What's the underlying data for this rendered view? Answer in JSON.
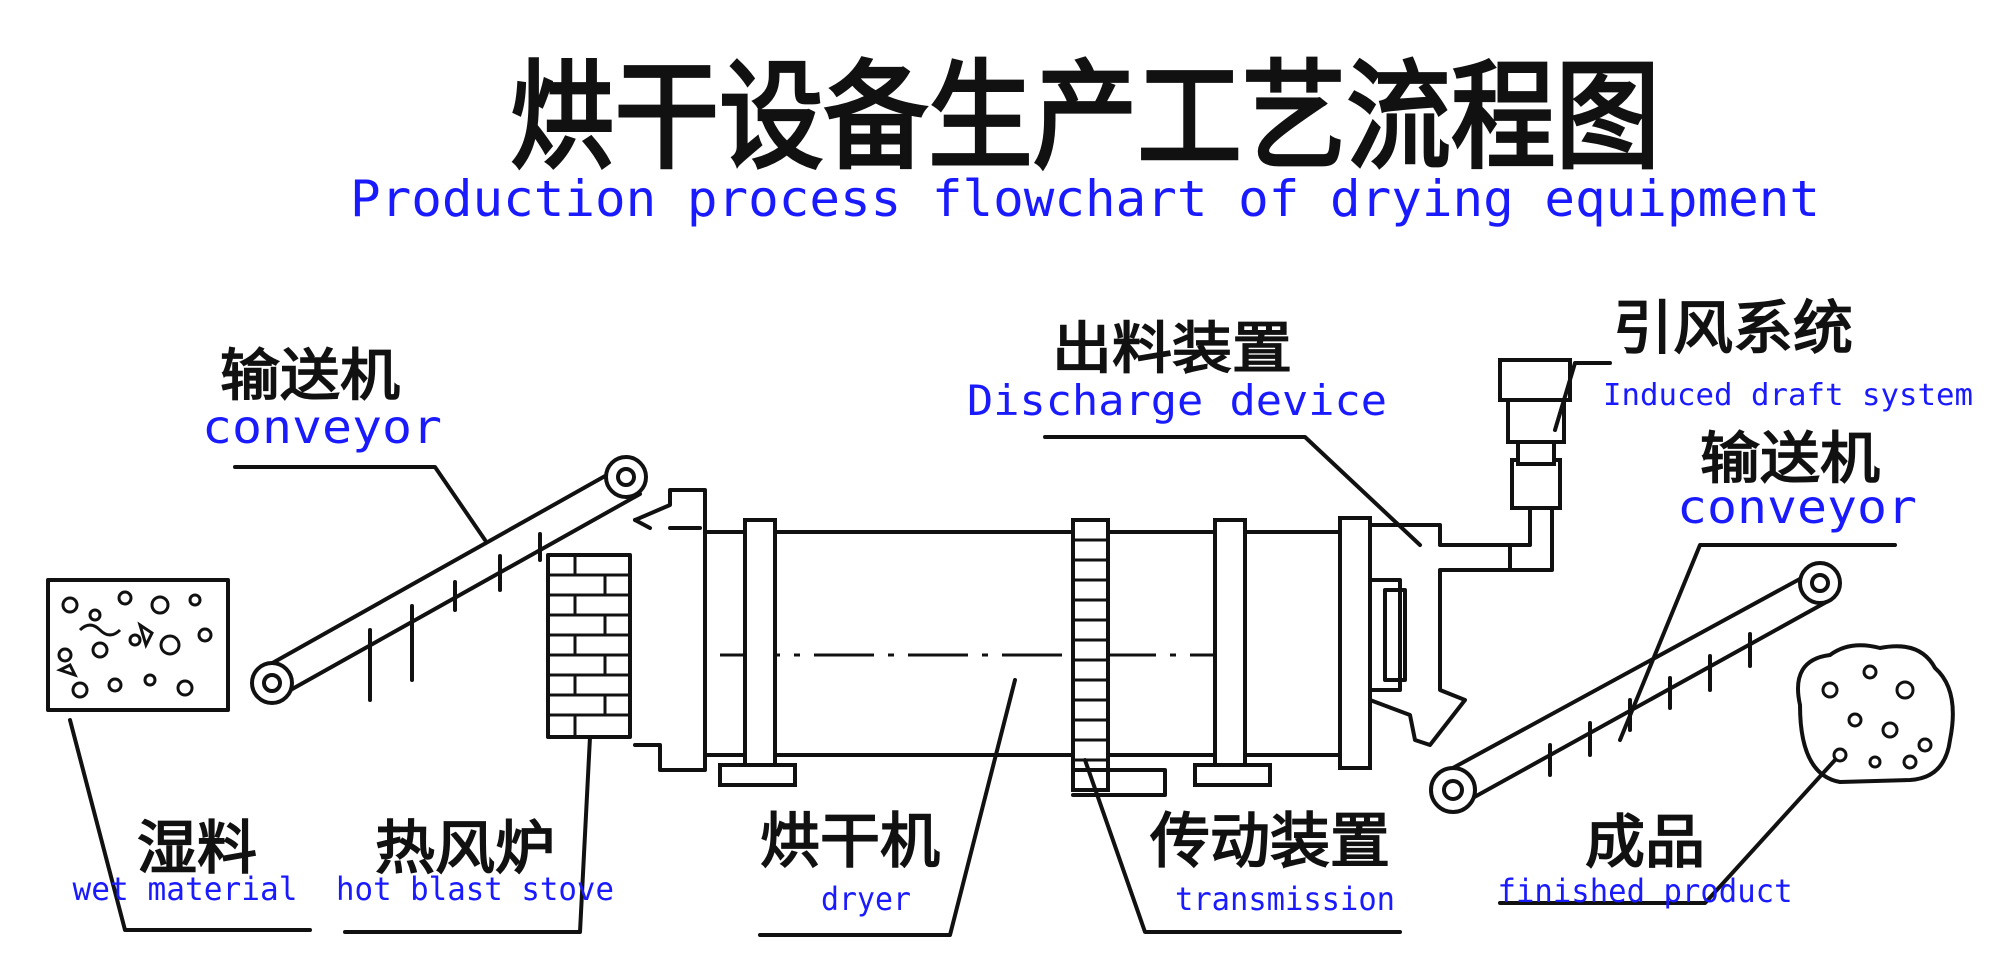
{
  "title": {
    "cn": "烘干设备生产工艺流程图",
    "en": "Production process flowchart of drying equipment"
  },
  "labels": {
    "conveyor_left": {
      "cn": "输送机",
      "en": "conveyor"
    },
    "discharge": {
      "cn": "出料装置",
      "en": "Discharge device"
    },
    "induced_draft": {
      "cn": "引风系统",
      "en": "Induced draft system"
    },
    "conveyor_right": {
      "cn": "输送机",
      "en": "conveyor"
    },
    "wet_material": {
      "cn": "湿料",
      "en": "wet material"
    },
    "hot_blast_stove": {
      "cn": "热风炉",
      "en": "hot blast stove"
    },
    "dryer": {
      "cn": "烘干机",
      "en": "dryer"
    },
    "transmission": {
      "cn": "传动装置",
      "en": "transmission"
    },
    "finished_product": {
      "cn": "成品",
      "en": "finished product"
    }
  },
  "colors": {
    "english_text": "#1a1aff",
    "chinese_text": "#111111",
    "line": "#111111"
  }
}
